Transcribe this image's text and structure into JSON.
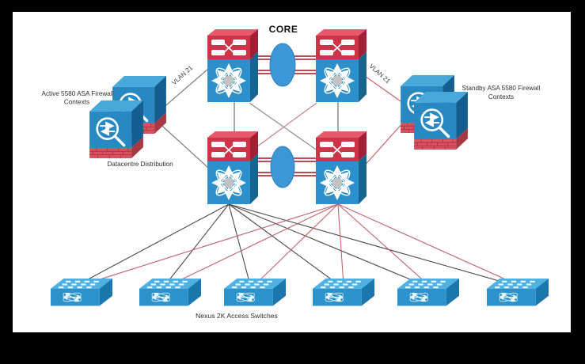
{
  "diagram": {
    "title": "CORE",
    "labels": {
      "core": "CORE",
      "vlan_left": "VLAN 21",
      "vlan_right": "VLAN 21",
      "active_firewall_line1": "Active 5580 ASA Firewall",
      "active_firewall_line2": "Contexts",
      "standby_firewall_line1": "Standby ASA 5580 Firewall",
      "standby_firewall_line2": "Contexts",
      "distribution": "Datacentre Distribution",
      "access": "Nexus 2K Access Switches"
    },
    "nodes": {
      "core_switch_count": "2",
      "distribution_switch_count": "2",
      "access_switch_count": "6",
      "firewall_cluster_count": "2"
    },
    "colors": {
      "switch_red_front": "#cf3347",
      "switch_red_side": "#9e2136",
      "switch_red_top": "#e5596b",
      "switch_blue_front": "#2b90cb",
      "switch_blue_side": "#16648f",
      "firewall_blue": "#2788c2",
      "brick_red": "#d7525e",
      "port_channel_blue": "#3d96d6",
      "link_black": "#5a5a5a",
      "link_red": "#c4626c",
      "channel_red": "#b5323f",
      "panel_white": "#ffffff",
      "frame_black": "#000000"
    }
  }
}
